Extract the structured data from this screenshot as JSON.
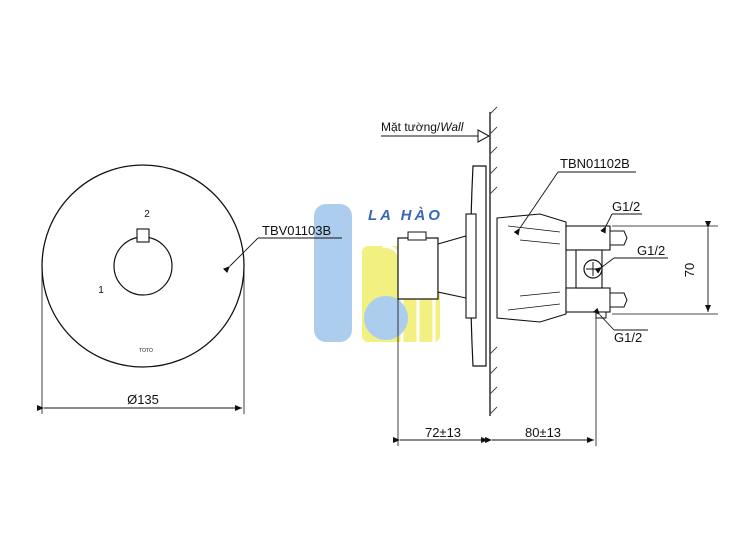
{
  "wall_label": {
    "text": "Mặt tường/",
    "italic": "Wall"
  },
  "part_labels": {
    "cover": "TBV01103B",
    "body": "TBN01102B"
  },
  "thread_labels": [
    "G1/2",
    "G1/2",
    "G1/2"
  ],
  "dimensions": {
    "diameter": "Ø135",
    "depth_front": "72±13",
    "depth_back": "80±13",
    "height": "70"
  },
  "handle_marks": {
    "top": "2",
    "left": "1"
  },
  "brand_mark": "TOTO",
  "watermark": {
    "text": "LA HÀO"
  },
  "colors": {
    "line": "#111111",
    "watermark_blue": "#a9cbef",
    "watermark_yellow": "#f2f07a",
    "label_blue": "#2f5fb0",
    "hatch": "#444444"
  }
}
